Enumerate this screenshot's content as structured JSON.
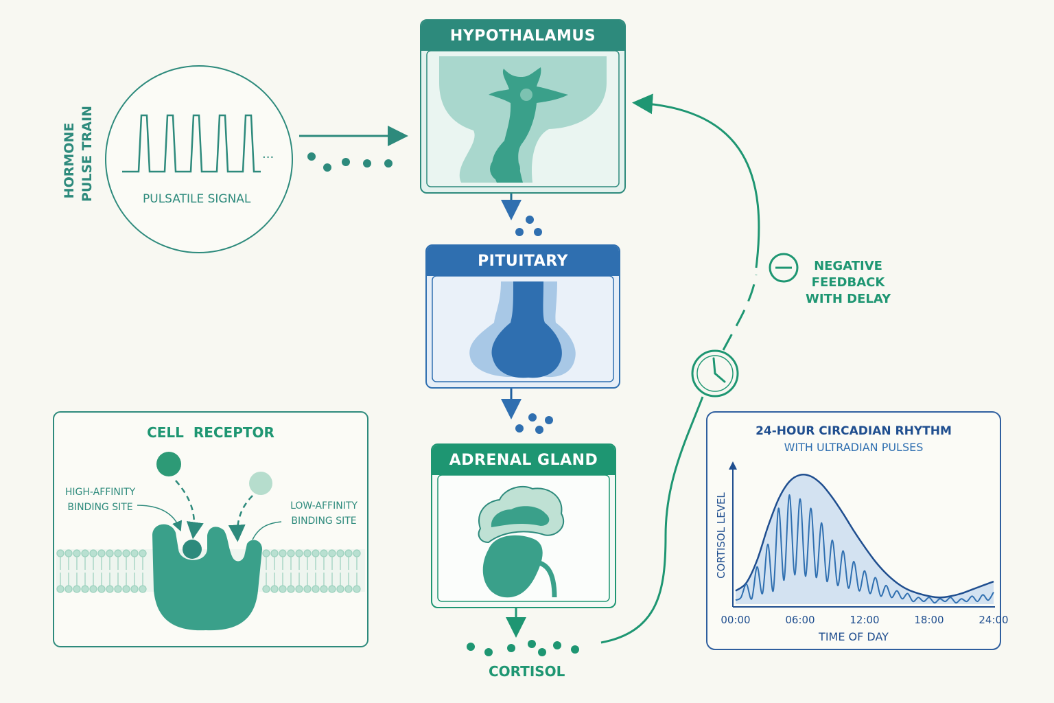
{
  "pulse": {
    "side_label_line1": "HORMONE",
    "side_label_line2": "PULSE TRAIN",
    "circle_label": "PULSATILE SIGNAL",
    "ellipsis": "..."
  },
  "organs": {
    "hypothalamus": "HYPOTHALAMUS",
    "pituitary": "PITUITARY",
    "adrenal": "ADRENAL GLAND",
    "cortisol": "CORTISOL"
  },
  "feedback": {
    "line1": "NEGATIVE",
    "line2": "FEEDBACK",
    "line3": "WITH DELAY"
  },
  "receptor": {
    "title": "CELL  RECEPTOR",
    "high_line1": "HIGH-AFFINITY",
    "high_line2": "BINDING SITE",
    "low_line1": "LOW-AFFINITY",
    "low_line2": "BINDING SITE"
  },
  "chart_data": {
    "type": "line",
    "title": "24-HOUR CIRCADIAN RHYTHM",
    "subtitle": "WITH ULTRADIAN PULSES",
    "xlabel": "TIME OF DAY",
    "ylabel": "CORTISOL LEVEL",
    "x_ticks": [
      "00:00",
      "06:00",
      "12:00",
      "18:00",
      "24:00"
    ],
    "xlim": [
      0,
      24
    ],
    "ylim": [
      0,
      1
    ],
    "grid": false,
    "series": [
      {
        "role": "envelope",
        "x": [
          0,
          1,
          2,
          3,
          4,
          5,
          6,
          7,
          8,
          9,
          10,
          11,
          12,
          13,
          14,
          15,
          16,
          17,
          18,
          19,
          20,
          21,
          22,
          23,
          24
        ],
        "values": [
          0.1,
          0.16,
          0.33,
          0.58,
          0.79,
          0.92,
          0.97,
          0.96,
          0.9,
          0.8,
          0.68,
          0.55,
          0.43,
          0.32,
          0.23,
          0.16,
          0.11,
          0.08,
          0.06,
          0.05,
          0.06,
          0.08,
          0.11,
          0.14,
          0.17
        ]
      },
      {
        "role": "pulses",
        "x": [
          0,
          0.5,
          1,
          1.5,
          2,
          2.5,
          3,
          3.5,
          4,
          4.5,
          5,
          5.5,
          6,
          6.5,
          7,
          7.5,
          8,
          8.5,
          9,
          9.5,
          10,
          10.5,
          11,
          11.5,
          12,
          12.5,
          13,
          13.5,
          14,
          14.5,
          15,
          15.5,
          16,
          16.5,
          17,
          17.5,
          18,
          18.5,
          19,
          19.5,
          20,
          20.5,
          21,
          21.5,
          22,
          22.5,
          23,
          23.5,
          24
        ],
        "values": [
          0.03,
          0.05,
          0.15,
          0.04,
          0.28,
          0.08,
          0.45,
          0.1,
          0.72,
          0.18,
          0.82,
          0.22,
          0.79,
          0.21,
          0.72,
          0.2,
          0.61,
          0.17,
          0.48,
          0.14,
          0.4,
          0.12,
          0.32,
          0.1,
          0.25,
          0.08,
          0.2,
          0.06,
          0.14,
          0.05,
          0.1,
          0.04,
          0.08,
          0.02,
          0.05,
          0.02,
          0.05,
          0.01,
          0.04,
          0.02,
          0.05,
          0.01,
          0.04,
          0.02,
          0.06,
          0.02,
          0.07,
          0.03,
          0.09
        ]
      }
    ]
  },
  "colors": {
    "green": "#1e9672",
    "teal": "#2d9a84",
    "blue": "#2f6fb0",
    "navy": "#1f4e8f"
  }
}
